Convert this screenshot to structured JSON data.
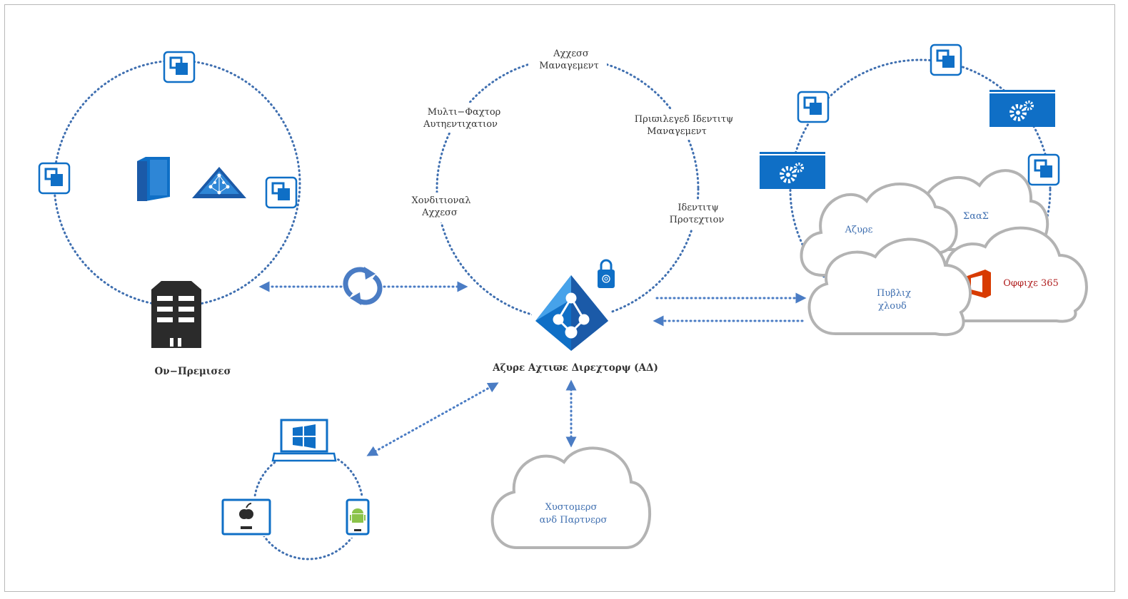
{
  "center": {
    "title": "Αζυρε Αχτιϖε Διρεχτορψ (ΑΔ)",
    "features": {
      "access_management": [
        "Αχχεσσ",
        "Μαναγεμεντ"
      ],
      "mfa": [
        "Μυλτι−Φαχτορ",
        "Αυτηεντιχατιον"
      ],
      "privileged": [
        "Πριϖιλεγεδ Ιδεντιτψ",
        "Μαναγεμεντ"
      ],
      "conditional": [
        "Χονδιτιοναλ",
        "Αχχεσσ"
      ],
      "identity_protection": [
        "Ιδεντιτψ",
        "Προτεχτιον"
      ]
    }
  },
  "on_premises": {
    "label": "Ον−Πρεμισεσ"
  },
  "clouds": {
    "azure": "Αζυρε",
    "saas": "ΣααΣ",
    "office": "Οφφιχε 365",
    "public_cloud": [
      "Πυβλιχ",
      "χλουδ"
    ],
    "customers": [
      "Χυστομερσ",
      "ανδ Παρτνερσ"
    ]
  },
  "colors": {
    "accent_blue": "#0f6fc6",
    "dark_blue": "#1b5aa8",
    "line_blue": "#3f6fb0",
    "building": "#2b2b2b",
    "cloud_outline": "#b3b3b3",
    "office_red": "#d83b01"
  },
  "icons": [
    "app-window-icon",
    "book-directory-icon",
    "pyramid-network-icon",
    "building-icon",
    "sync-icon",
    "azure-ad-icon",
    "lock-icon",
    "gear-window-icon",
    "office-icon",
    "laptop-windows-icon",
    "apple-device-icon",
    "android-phone-icon"
  ]
}
